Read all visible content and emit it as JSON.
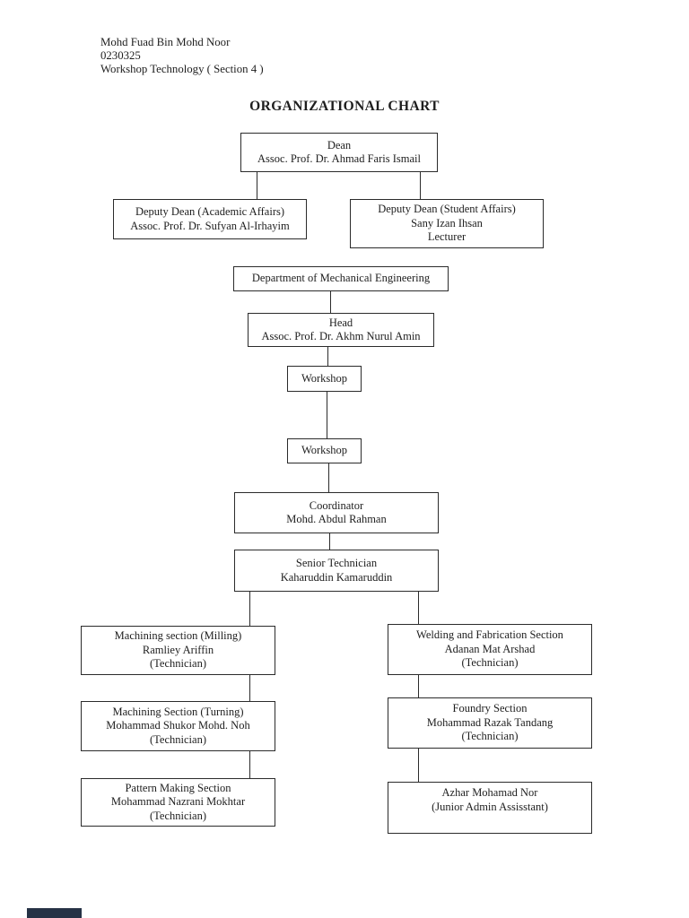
{
  "page": {
    "header_lines": {
      "name": "Mohd Fuad Bin Mohd Noor",
      "id": "0230325",
      "course": "Workshop Technology ( Section 4 )"
    },
    "title": "ORGANIZATIONAL CHART"
  },
  "chart": {
    "type": "org-chart",
    "nodes": {
      "dean": {
        "lines": [
          "Dean",
          "Assoc. Prof. Dr. Ahmad Faris Ismail"
        ]
      },
      "deputy_academic": {
        "lines": [
          "Deputy Dean (Academic Affairs)",
          "Assoc. Prof. Dr. Sufyan Al-Irhayim"
        ]
      },
      "deputy_student": {
        "lines": [
          "Deputy Dean (Student Affairs)",
          "Sany Izan Ihsan",
          "Lecturer"
        ]
      },
      "department": {
        "lines": [
          "Department of Mechanical Engineering"
        ]
      },
      "head": {
        "lines": [
          "Head",
          "Assoc. Prof. Dr. Akhm Nurul Amin"
        ]
      },
      "workshop1": {
        "lines": [
          "Workshop"
        ]
      },
      "workshop2": {
        "lines": [
          "Workshop"
        ]
      },
      "coordinator": {
        "lines": [
          "Coordinator",
          "Mohd. Abdul Rahman"
        ]
      },
      "senior_technician": {
        "lines": [
          "Senior Technician",
          "Kaharuddin Kamaruddin"
        ]
      },
      "milling": {
        "lines": [
          "Machining section (Milling)",
          "Ramliey Ariffin",
          "(Technician)"
        ]
      },
      "turning": {
        "lines": [
          "Machining Section (Turning)",
          "Mohammad Shukor Mohd. Noh",
          "(Technician)"
        ]
      },
      "pattern": {
        "lines": [
          "Pattern Making Section",
          "Mohammad Nazrani Mokhtar",
          "(Technician)"
        ]
      },
      "welding": {
        "lines": [
          "Welding and Fabrication Section",
          "Adanan Mat Arshad",
          "(Technician)"
        ]
      },
      "foundry": {
        "lines": [
          "Foundry Section",
          "Mohammad Razak Tandang",
          "(Technician)"
        ]
      },
      "admin": {
        "lines": [
          "Azhar Mohamad Nor",
          "(Junior Admin Assisstant)"
        ]
      }
    },
    "edges": [
      [
        "dean",
        "deputy_academic"
      ],
      [
        "dean",
        "deputy_student"
      ],
      [
        "department",
        "head"
      ],
      [
        "head",
        "workshop1"
      ],
      [
        "workshop1",
        "workshop2"
      ],
      [
        "workshop2",
        "coordinator"
      ],
      [
        "coordinator",
        "senior_technician"
      ],
      [
        "senior_technician",
        "milling"
      ],
      [
        "milling",
        "turning"
      ],
      [
        "turning",
        "pattern"
      ],
      [
        "senior_technician",
        "welding"
      ],
      [
        "welding",
        "foundry"
      ],
      [
        "foundry",
        "admin"
      ]
    ]
  },
  "colors": {
    "ink": "#1e1e1e",
    "box_border": "#2b2b2b",
    "page_bg": "#ffffff",
    "footer_bar": "#263245"
  }
}
